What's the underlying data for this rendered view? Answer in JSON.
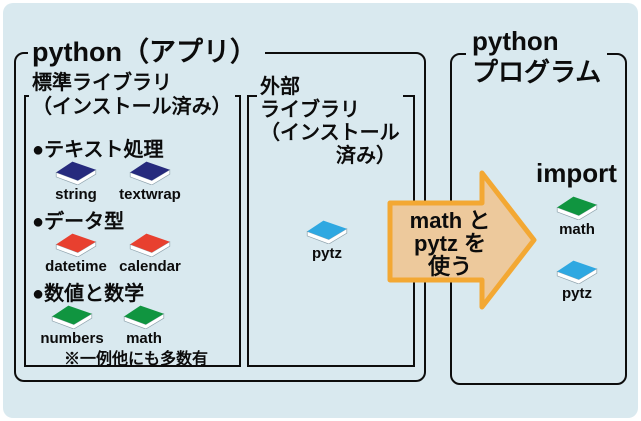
{
  "canvas": {
    "background": "#d9e9ef",
    "border_color": "#0d0d0d"
  },
  "colors": {
    "arrow_fill": "#edc99c",
    "arrow_stroke": "#f3a833"
  },
  "app_box": {
    "title": "python（アプリ）",
    "standard_lib": {
      "title_line1": "標準ライブラリ",
      "title_line2": "（インストール済み）",
      "sections": [
        {
          "heading": "●テキスト処理",
          "books": [
            {
              "name": "string",
              "color": "#262a7d"
            },
            {
              "name": "textwrap",
              "color": "#262a7d"
            }
          ]
        },
        {
          "heading": "●データ型",
          "books": [
            {
              "name": "datetime",
              "color": "#e8402f"
            },
            {
              "name": "calendar",
              "color": "#e8402f"
            }
          ]
        },
        {
          "heading": "●数値と数学",
          "books": [
            {
              "name": "numbers",
              "color": "#109540"
            },
            {
              "name": "math",
              "color": "#109540"
            }
          ]
        }
      ],
      "note": "※一例他にも多数有"
    },
    "external_lib": {
      "title_line1": "外部",
      "title_line2": "ライブラリ",
      "title_line3": "（インストール",
      "title_line4": "済み）",
      "book": {
        "name": "pytz",
        "color": "#2fa8e1"
      }
    }
  },
  "arrow": {
    "line1": "math と",
    "line2": "pytz を",
    "line3": "使う"
  },
  "program_box": {
    "title_line1": "python",
    "title_line2": "プログラム",
    "import_label": "import",
    "books": [
      {
        "name": "math",
        "color": "#109540"
      },
      {
        "name": "pytz",
        "color": "#2fa8e1"
      }
    ]
  }
}
